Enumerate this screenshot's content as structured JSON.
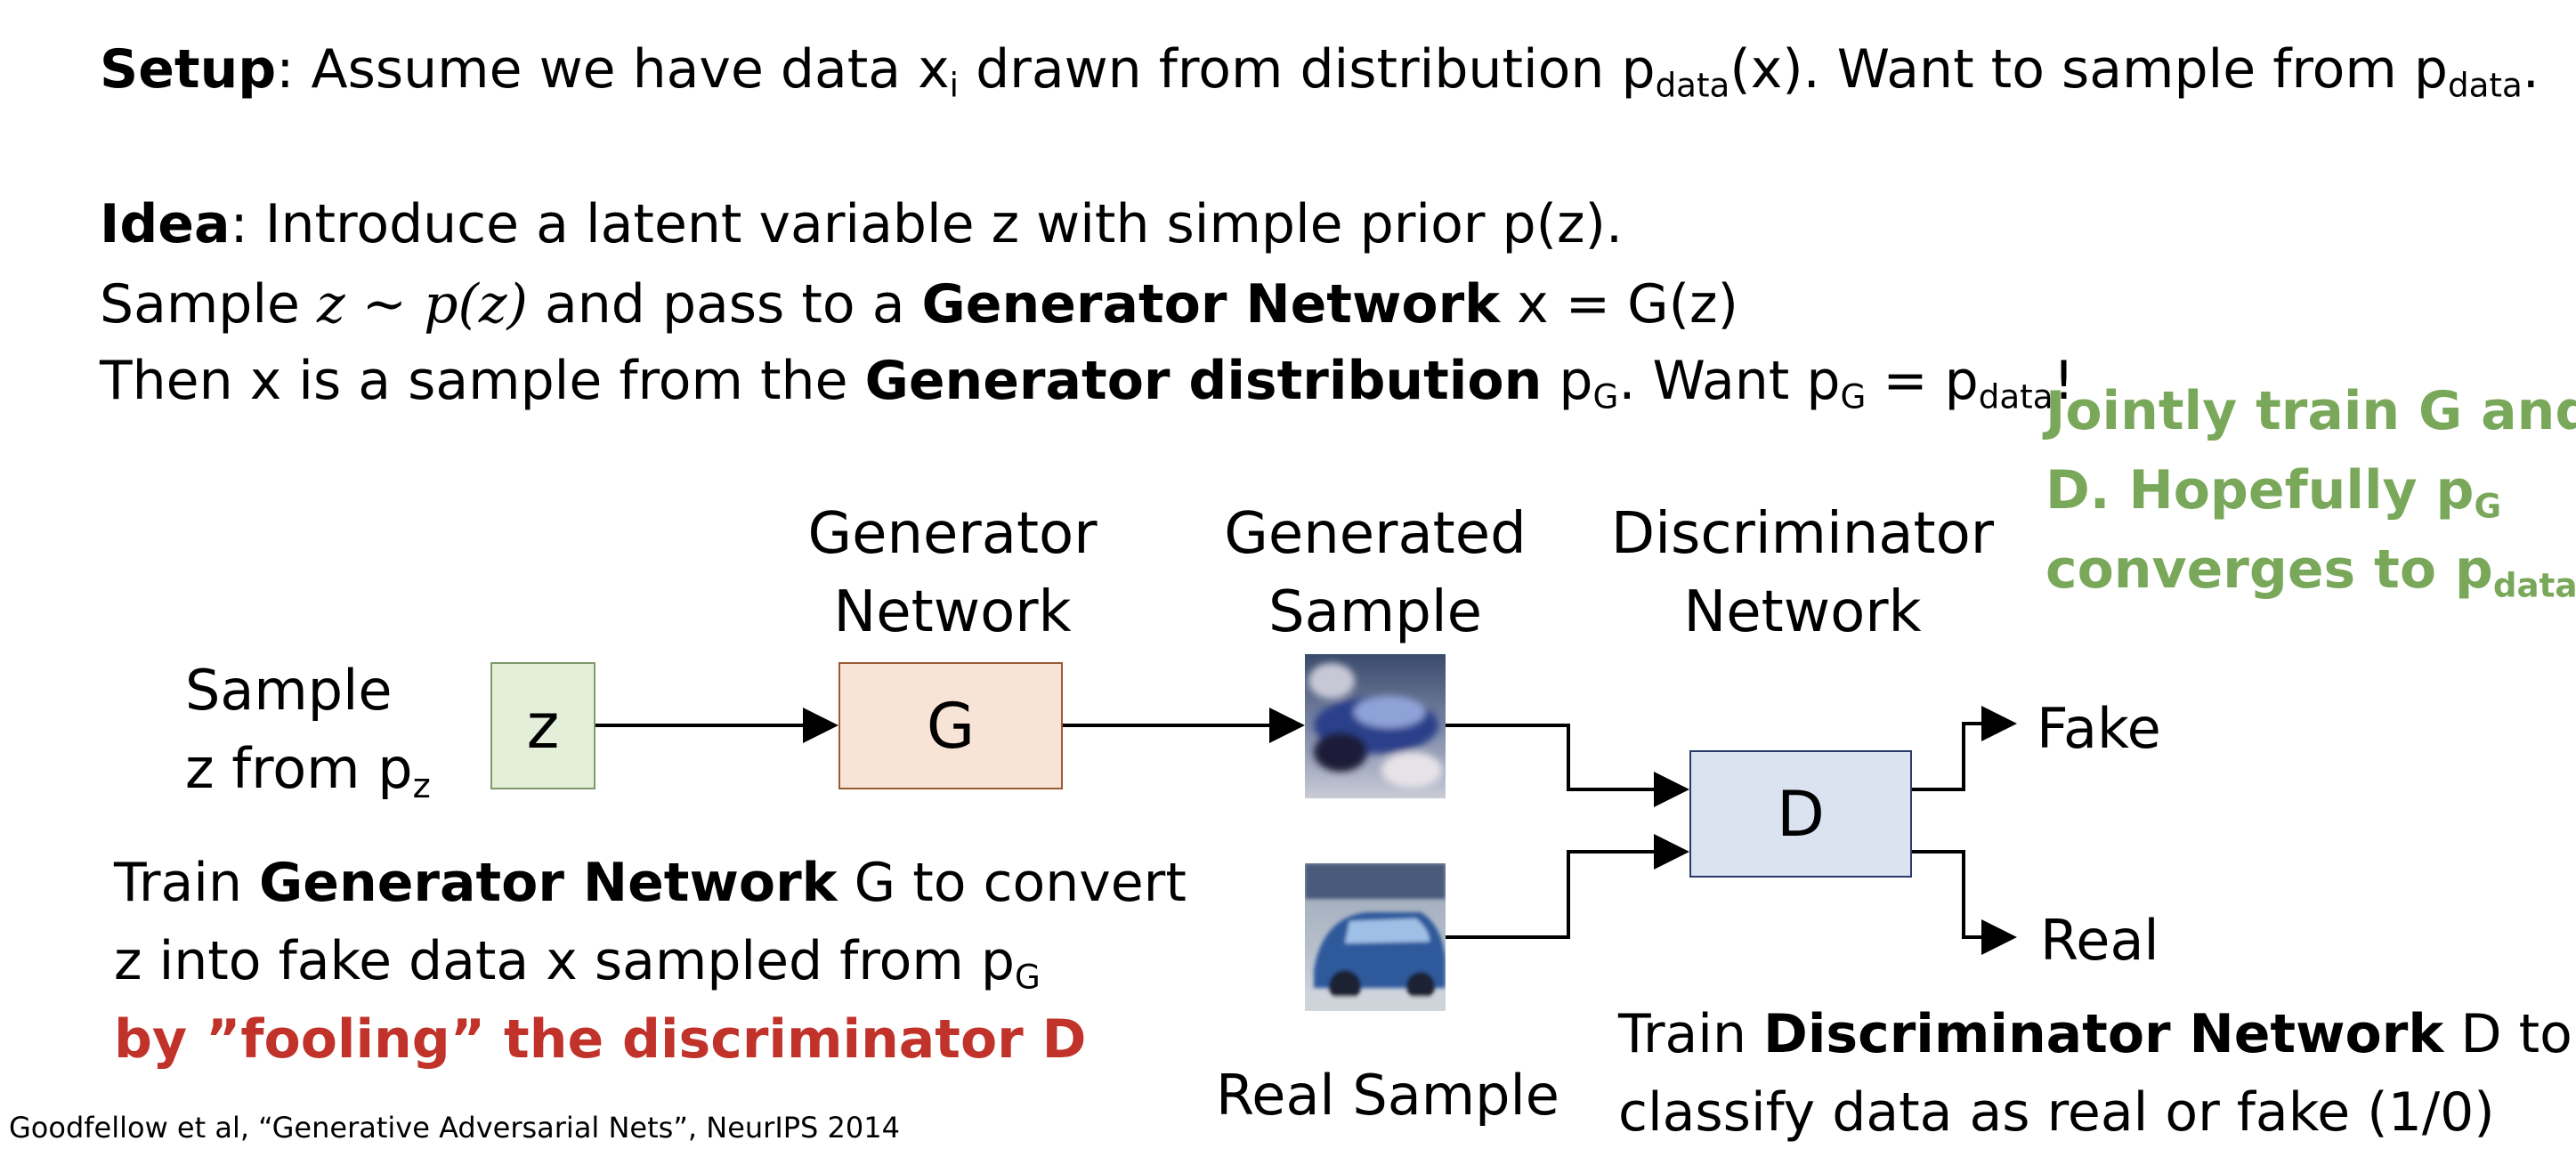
{
  "setup": {
    "label": "Setup",
    "t1": ": Assume we have data x",
    "sub_i": "i",
    "t2": " drawn from distribution p",
    "sub_data": "data",
    "t3": "(x). Want to sample from p",
    "sub_data2": "data",
    "t4": "."
  },
  "idea": {
    "label": "Idea",
    "text": ": Introduce a latent variable z with simple prior p(z)."
  },
  "sample_line": {
    "t1": "Sample ",
    "math": "z ∼ p(z)",
    "t2": " and pass to a ",
    "bold": "Generator Network",
    "t3": " x = G(z)"
  },
  "then_line": {
    "t1": "Then x is a sample from the ",
    "bold": "Generator distribution",
    "t2": " p",
    "sub_g": "G",
    "t3": ". Want p",
    "sub_g2": "G",
    "t4": " = p",
    "sub_data": "data",
    "t5": "!"
  },
  "green_note": {
    "l1": "Jointly train G and",
    "l2a": "D. Hopefully p",
    "l2sub": "G",
    "l3a": "converges to p",
    "l3sub": "data",
    "l3b": "!"
  },
  "diagram": {
    "generator_label_1": "Generator",
    "generator_label_2": "Network",
    "generated_label_1": "Generated",
    "generated_label_2": "Sample",
    "discriminator_label_1": "Discriminator",
    "discriminator_label_2": "Network",
    "sample_z_1": "Sample",
    "sample_z_2": "z from p",
    "sample_z_sub": "z",
    "z_box": "z",
    "g_box": "G",
    "d_box": "D",
    "fake": "Fake",
    "real": "Real",
    "real_sample": "Real Sample"
  },
  "train_g": {
    "t1": "Train ",
    "bold": "Generator Network",
    "t2": " G to convert",
    "l2": "z into fake data x sampled from p",
    "l2sub": "G",
    "red": "by ”fooling” the discriminator D"
  },
  "train_d": {
    "t1": "Train  ",
    "bold": "Discriminator Network",
    "t2": " D to",
    "l2": "classify data as real or fake (1/0)"
  },
  "citation": "Goodfellow et al, “Generative Adversarial Nets”, NeurIPS 2014",
  "colors": {
    "z_fill": "#e3efd9",
    "z_border": "#7f9a6a",
    "g_fill": "#f8e4d6",
    "g_border": "#9a5a33",
    "d_fill": "#dbe3f1",
    "d_border": "#2a3a6a",
    "green_text": "#7aa85a",
    "red_text": "#c0322a"
  }
}
